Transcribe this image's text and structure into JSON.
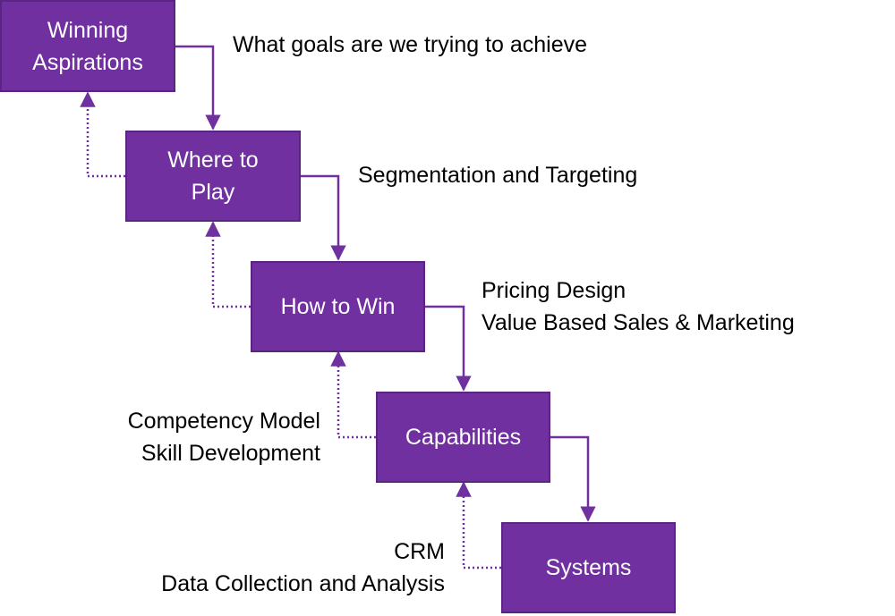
{
  "colors": {
    "box_fill": "#7030a0",
    "connector": "#7030a0",
    "note_text": "#000000",
    "box_text": "#ffffff"
  },
  "boxes": {
    "winning_aspirations": "Winning\nAspirations",
    "where_to_play": "Where to\nPlay",
    "how_to_win": "How to Win",
    "capabilities": "Capabilities",
    "systems": "Systems"
  },
  "notes": {
    "winning_aspirations": [
      "What goals are we trying to achieve"
    ],
    "where_to_play": [
      "Segmentation and Targeting"
    ],
    "how_to_win": [
      "Pricing Design",
      "Value Based Sales & Marketing"
    ],
    "capabilities": [
      "Competency Model",
      "Skill Development"
    ],
    "systems": [
      "CRM",
      "Data Collection and Analysis"
    ]
  }
}
